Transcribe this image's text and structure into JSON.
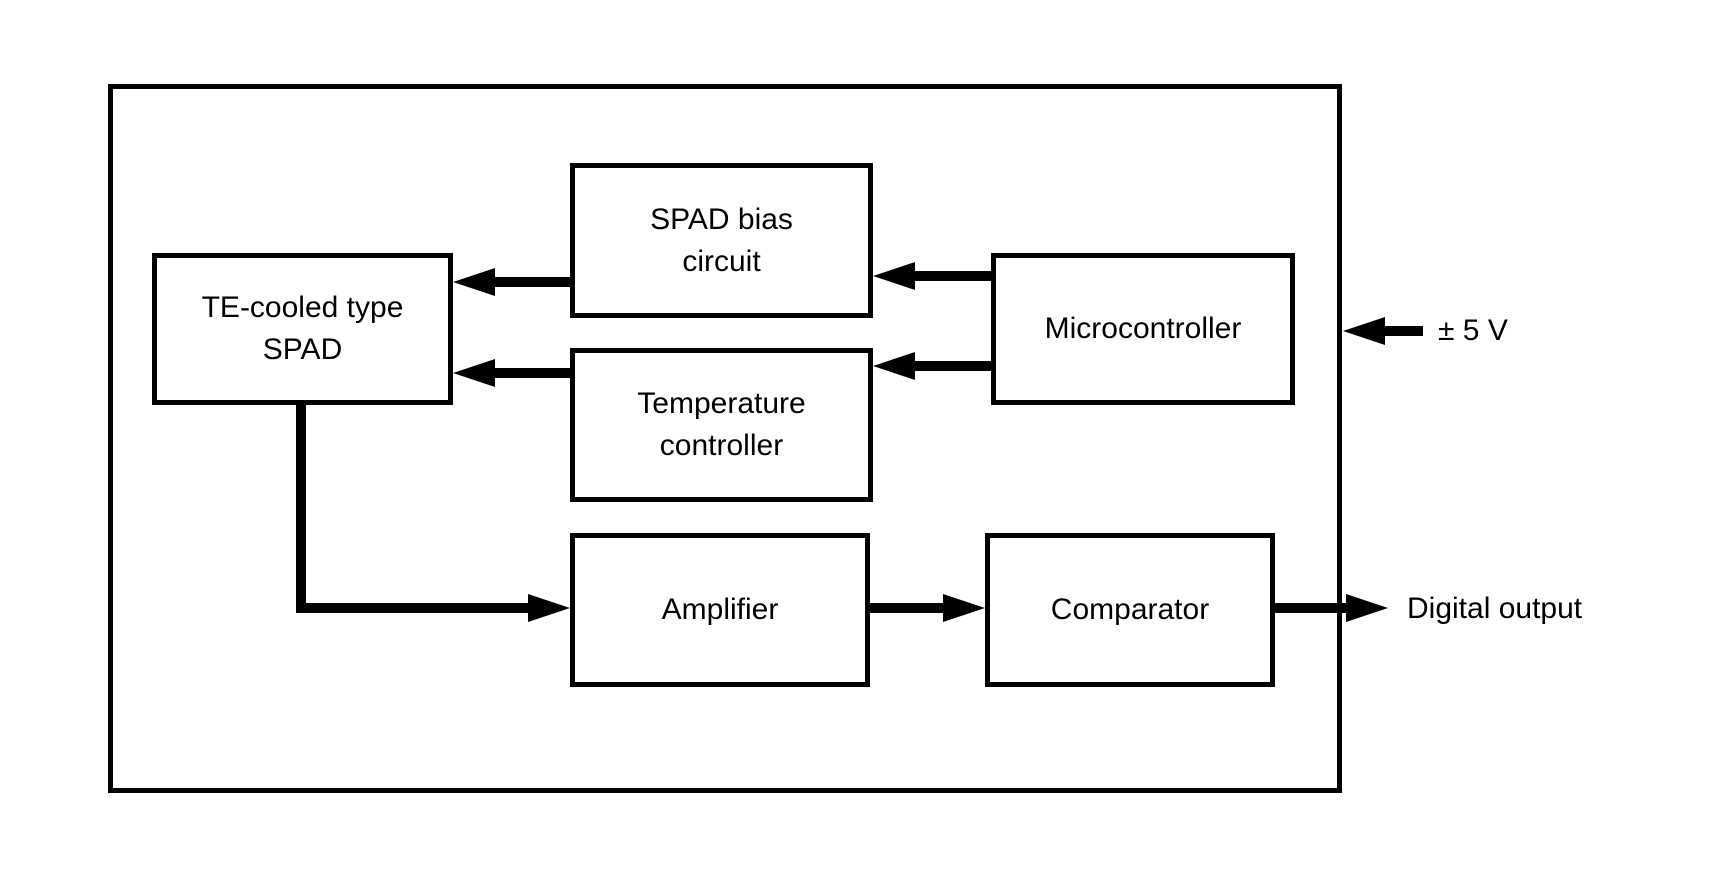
{
  "diagram": {
    "colors": {
      "line": "#000000",
      "text": "#000000",
      "background": "#ffffff"
    },
    "blocks": {
      "te_cooled_spad": {
        "lines": [
          "TE-cooled type",
          "SPAD"
        ]
      },
      "spad_bias_circuit": {
        "lines": [
          "SPAD bias",
          "circuit"
        ]
      },
      "temperature_controller": {
        "lines": [
          "Temperature",
          "controller"
        ]
      },
      "microcontroller": {
        "lines": [
          "Microcontroller"
        ]
      },
      "amplifier": {
        "lines": [
          "Amplifier"
        ]
      },
      "comparator": {
        "lines": [
          "Comparator"
        ]
      }
    },
    "annotations": {
      "power_supply": "± 5 V",
      "digital_output": "Digital output"
    },
    "connections": [
      {
        "from": "microcontroller",
        "to": "spad_bias_circuit"
      },
      {
        "from": "microcontroller",
        "to": "temperature_controller"
      },
      {
        "from": "spad_bias_circuit",
        "to": "te_cooled_spad"
      },
      {
        "from": "temperature_controller",
        "to": "te_cooled_spad"
      },
      {
        "from": "te_cooled_spad",
        "to": "amplifier"
      },
      {
        "from": "amplifier",
        "to": "comparator"
      },
      {
        "from": "comparator",
        "to": "digital_output"
      },
      {
        "from": "power_supply",
        "to": "enclosure"
      }
    ]
  }
}
